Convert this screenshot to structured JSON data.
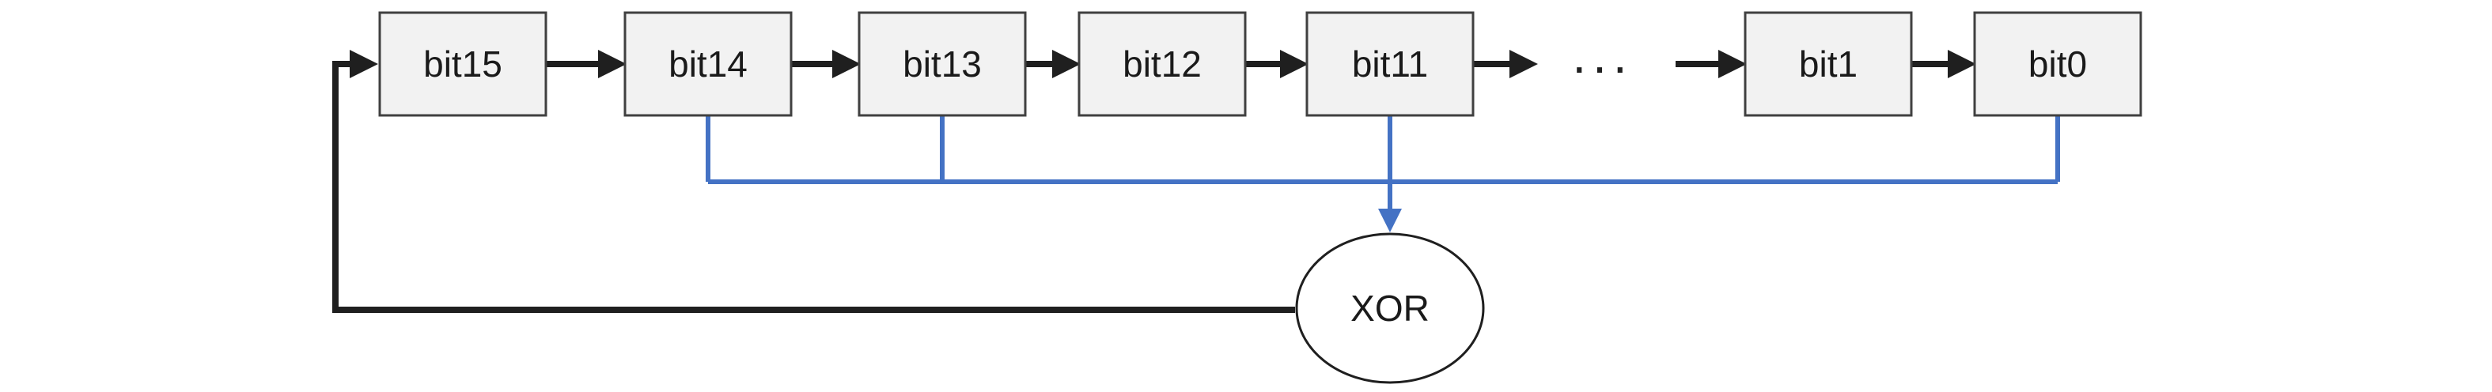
{
  "diagram": {
    "type": "lfsr-shift-register",
    "boxes": [
      {
        "label": "bit15"
      },
      {
        "label": "bit14"
      },
      {
        "label": "bit13"
      },
      {
        "label": "bit12"
      },
      {
        "label": "bit11"
      },
      {
        "label": "bit1"
      },
      {
        "label": "bit0"
      }
    ],
    "ellipsis_label": "...",
    "xor_label": "XOR",
    "taps": [
      "bit14",
      "bit13",
      "bit11",
      "bit0"
    ],
    "colors": {
      "box_fill": "#f2f2f2",
      "box_border": "#404040",
      "arrow_black": "#1f1f1f",
      "tap_blue": "#4472c4",
      "background": "#ffffff"
    }
  }
}
